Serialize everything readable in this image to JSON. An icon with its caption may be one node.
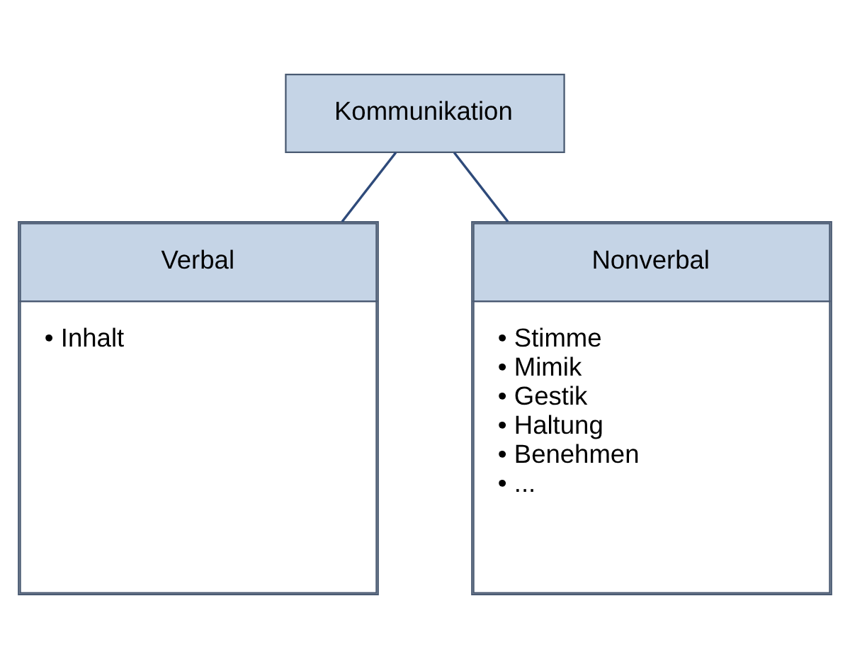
{
  "diagram": {
    "nodes": [
      {
        "text": [
          "Kommunikation"
        ]
      },
      {
        "text": [
          "Verbal",
          "• Inhalt"
        ]
      },
      {
        "text": [
          "Nonverbal",
          "• Stimme",
          "• Mimik",
          "• Gestik",
          "• Haltung",
          "• Benehmen",
          "• ..."
        ]
      }
    ],
    "edges": [
      {
        "from": 0,
        "to": 1,
        "arrow": "none"
      },
      {
        "from": 0,
        "to": 2,
        "arrow": "none"
      }
    ]
  }
}
